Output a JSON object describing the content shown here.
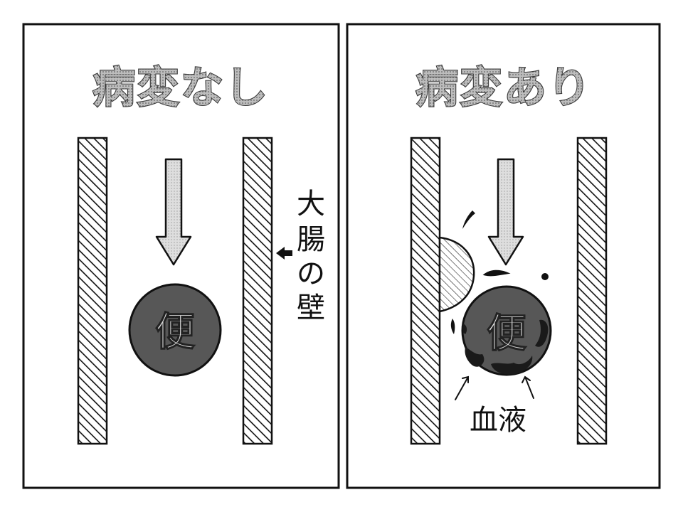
{
  "panels": {
    "left": {
      "title": "病変なし",
      "stool_label": "便",
      "wall_label": [
        "大",
        "腸",
        "の",
        "壁"
      ]
    },
    "right": {
      "title": "病変あり",
      "stool_label": "便",
      "blood_label": "血液"
    }
  },
  "colors": {
    "ink": "#111111",
    "stool": "#555555",
    "arrow_fill": "#d0d0d0",
    "blood": "#1a1a1a"
  }
}
